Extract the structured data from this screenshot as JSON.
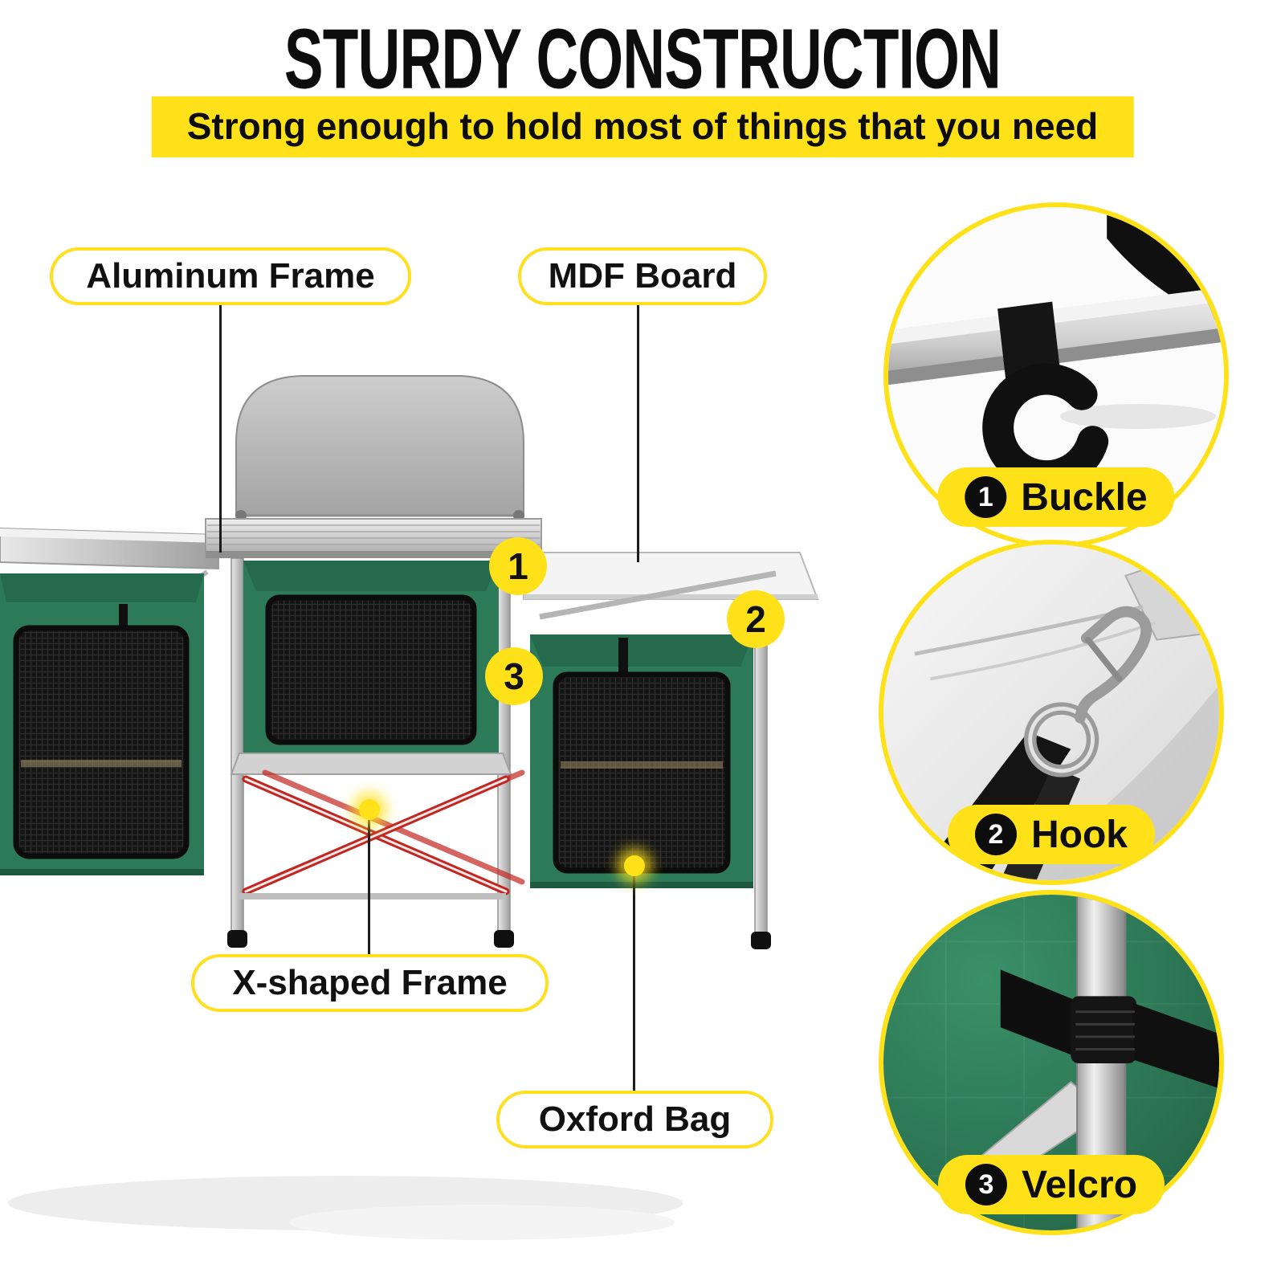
{
  "header": {
    "title": "STURDY CONSTRUCTION",
    "subtitle": "Strong enough to hold most of things that you need"
  },
  "callouts": {
    "aluminum_frame": "Aluminum Frame",
    "mdf_board": "MDF Board",
    "x_shaped_frame": "X-shaped Frame",
    "oxford_bag": "Oxford Bag"
  },
  "marker_badges": [
    "1",
    "2",
    "3"
  ],
  "features": [
    {
      "number": "1",
      "label": "Buckle",
      "icon": "buckle-photo"
    },
    {
      "number": "2",
      "label": "Hook",
      "icon": "hook-photo"
    },
    {
      "number": "3",
      "label": "Velcro",
      "icon": "velcro-photo"
    }
  ],
  "colors": {
    "accent_yellow": "#FFE11A",
    "fabric_green": "#2C7A58",
    "frame_red": "#C4251F",
    "text_black": "#111111",
    "background": "#FFFFFF"
  }
}
